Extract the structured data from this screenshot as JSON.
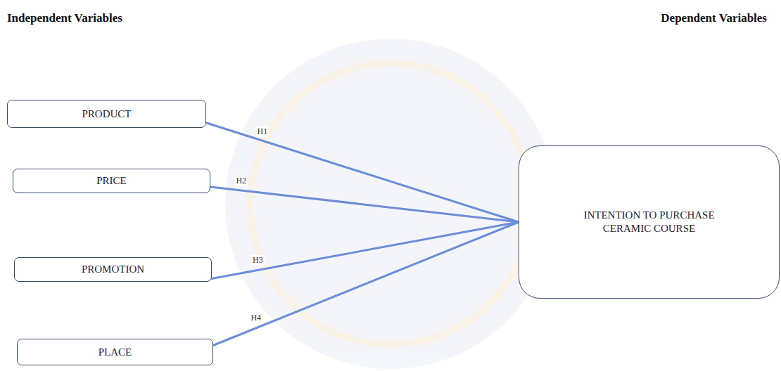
{
  "diagram": {
    "nodes": [
      {
        "text": [
          "PRODUCT"
        ]
      },
      {
        "text": [
          "PRICE"
        ]
      },
      {
        "text": [
          "PROMOTION"
        ]
      },
      {
        "text": [
          "PLACE"
        ]
      },
      {
        "text": [
          "INTENTION TO PURCHASE CERAMIC COURSE"
        ]
      }
    ],
    "edges": [
      {
        "from": 0,
        "to": 4,
        "arrow": "none",
        "label": "H1"
      },
      {
        "from": 1,
        "to": 4,
        "arrow": "none",
        "label": "H2"
      },
      {
        "from": 2,
        "to": 4,
        "arrow": "none",
        "label": "H3"
      },
      {
        "from": 3,
        "to": 4,
        "arrow": "none",
        "label": "H4"
      }
    ],
    "labels": [
      "Independent Variables",
      "Dependent Variables"
    ]
  }
}
